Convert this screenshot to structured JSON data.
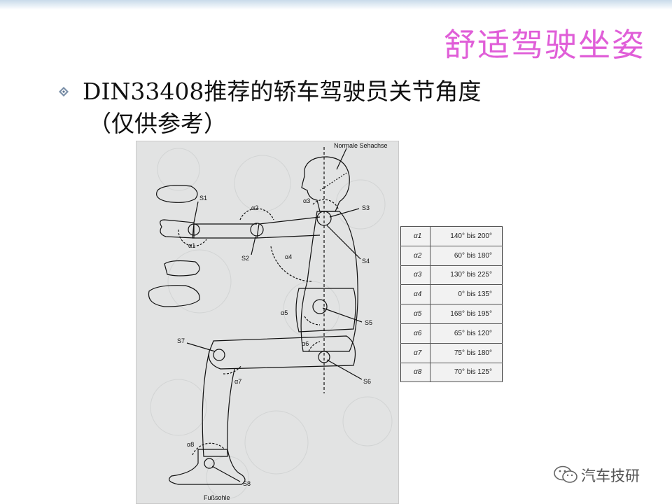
{
  "slide": {
    "title": "舒适驾驶坐姿",
    "bullet_line1": "DIN33408推荐的轿车驾驶员关节角度",
    "bullet_line2": "（仅供参考）",
    "bullet_icon": "diamond-bullet-icon"
  },
  "figure": {
    "labels": {
      "sehachse": "Normale Sehachse",
      "fusssohle": "Fußsohle",
      "s1": "S1",
      "s2": "S2",
      "s3": "S3",
      "s4": "S4",
      "s5": "S5",
      "s6": "S6",
      "s7": "S7",
      "s8": "S8",
      "a1": "α1",
      "a2": "α2",
      "a3": "α3",
      "a4": "α4",
      "a5": "α5",
      "a6": "α6",
      "a7": "α7",
      "a8": "α8"
    }
  },
  "angle_table": {
    "rows": [
      {
        "symbol": "α1",
        "range": "140° bis 200°"
      },
      {
        "symbol": "α2",
        "range": "60° bis 180°"
      },
      {
        "symbol": "α3",
        "range": "130° bis 225°"
      },
      {
        "symbol": "α4",
        "range": "0° bis 135°"
      },
      {
        "symbol": "α5",
        "range": "168° bis 195°"
      },
      {
        "symbol": "α6",
        "range": "65° bis 120°"
      },
      {
        "symbol": "α7",
        "range": "75° bis 180°"
      },
      {
        "symbol": "α8",
        "range": "70° bis 125°"
      }
    ]
  },
  "watermark": {
    "text": "汽车技研",
    "icon": "wechat-icon"
  },
  "colors": {
    "title": "#e05ed8",
    "figure_bg": "#e2e3e3",
    "table_bg": "#f2f2f2"
  }
}
